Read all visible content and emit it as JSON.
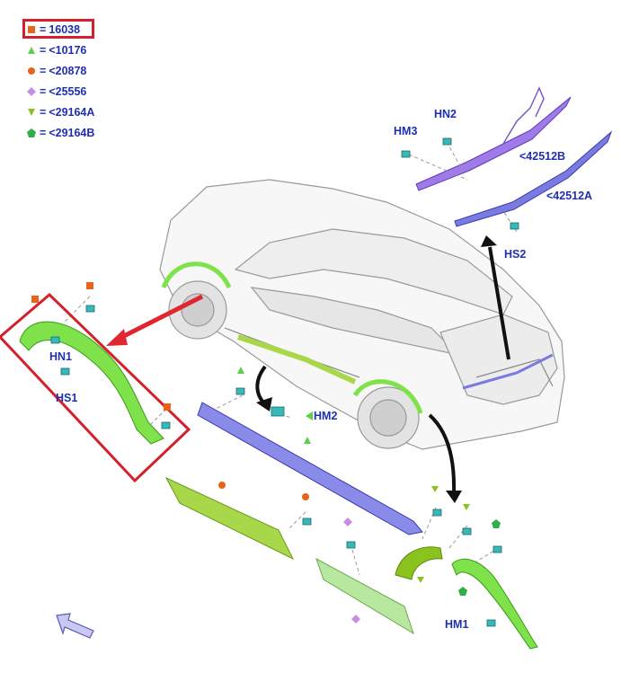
{
  "legend": {
    "items": [
      {
        "code": "16038",
        "prefix": "",
        "shape": "square",
        "color": "#e8641b",
        "highlighted": true
      },
      {
        "code": "10176",
        "prefix": "<",
        "shape": "triangle-up",
        "color": "#5ccf4a",
        "highlighted": false
      },
      {
        "code": "20878",
        "prefix": "<",
        "shape": "circle",
        "color": "#e8641b",
        "highlighted": false
      },
      {
        "code": "25556",
        "prefix": "<",
        "shape": "diamond",
        "color": "#c98de8",
        "highlighted": false
      },
      {
        "code": "29164A",
        "prefix": "<",
        "shape": "triangle-down",
        "color": "#8cc21e",
        "highlighted": false
      },
      {
        "code": "29164B",
        "prefix": "<",
        "shape": "pentagon",
        "color": "#2fae4a",
        "highlighted": false
      }
    ],
    "equals_sign": "="
  },
  "callouts": {
    "hn1": "HN1",
    "hs1": "HS1",
    "hn2": "HN2",
    "hm3": "HM3",
    "hm2": "HM2",
    "hs2": "HS2",
    "hm1": "HM1",
    "part_42512b": "<42512B",
    "part_42512a": "<42512A"
  },
  "colors": {
    "callout_text": "#1f2fb4",
    "highlight_frame": "#d4202c",
    "arrow_red": "#e0262f",
    "arrow_black": "#111111",
    "part_green": "#7fe24a",
    "part_olive": "#a8d84a",
    "part_blue": "#7a7ae0",
    "part_purple": "#a07ae8",
    "fastener_teal": "#38b8b8"
  },
  "icons": {
    "view_direction": "view-direction-arrow-icon"
  }
}
